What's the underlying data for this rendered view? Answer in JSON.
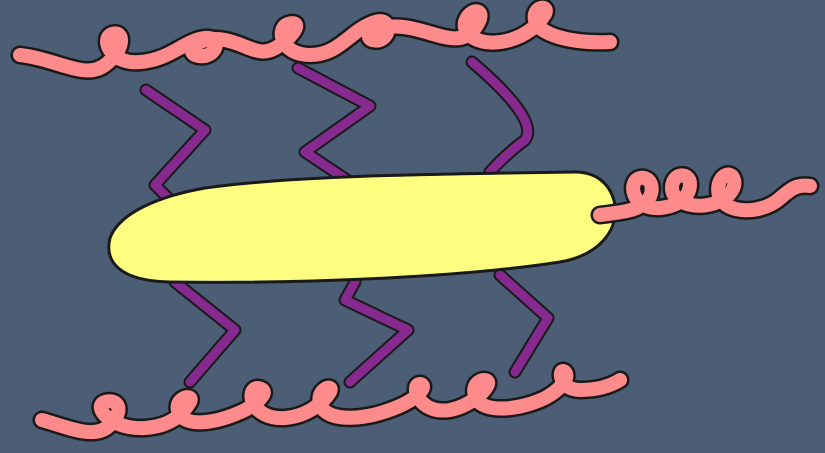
{
  "diagram": {
    "background_color": "#4b5e75",
    "coil_color": "#fd8b8b",
    "linker_color": "#862a8f",
    "body_color": "#fdfd7f",
    "outline_color": "#1a1a1a",
    "elements": [
      {
        "name": "top-coil",
        "type": "coiled-strand"
      },
      {
        "name": "bottom-coil",
        "type": "coiled-strand"
      },
      {
        "name": "right-coil",
        "type": "coiled-strand"
      },
      {
        "name": "upper-linker",
        "type": "zigzag-connector",
        "count": 3
      },
      {
        "name": "lower-linker",
        "type": "zigzag-connector",
        "count": 3
      },
      {
        "name": "central-body",
        "type": "elongated-blob"
      }
    ]
  }
}
